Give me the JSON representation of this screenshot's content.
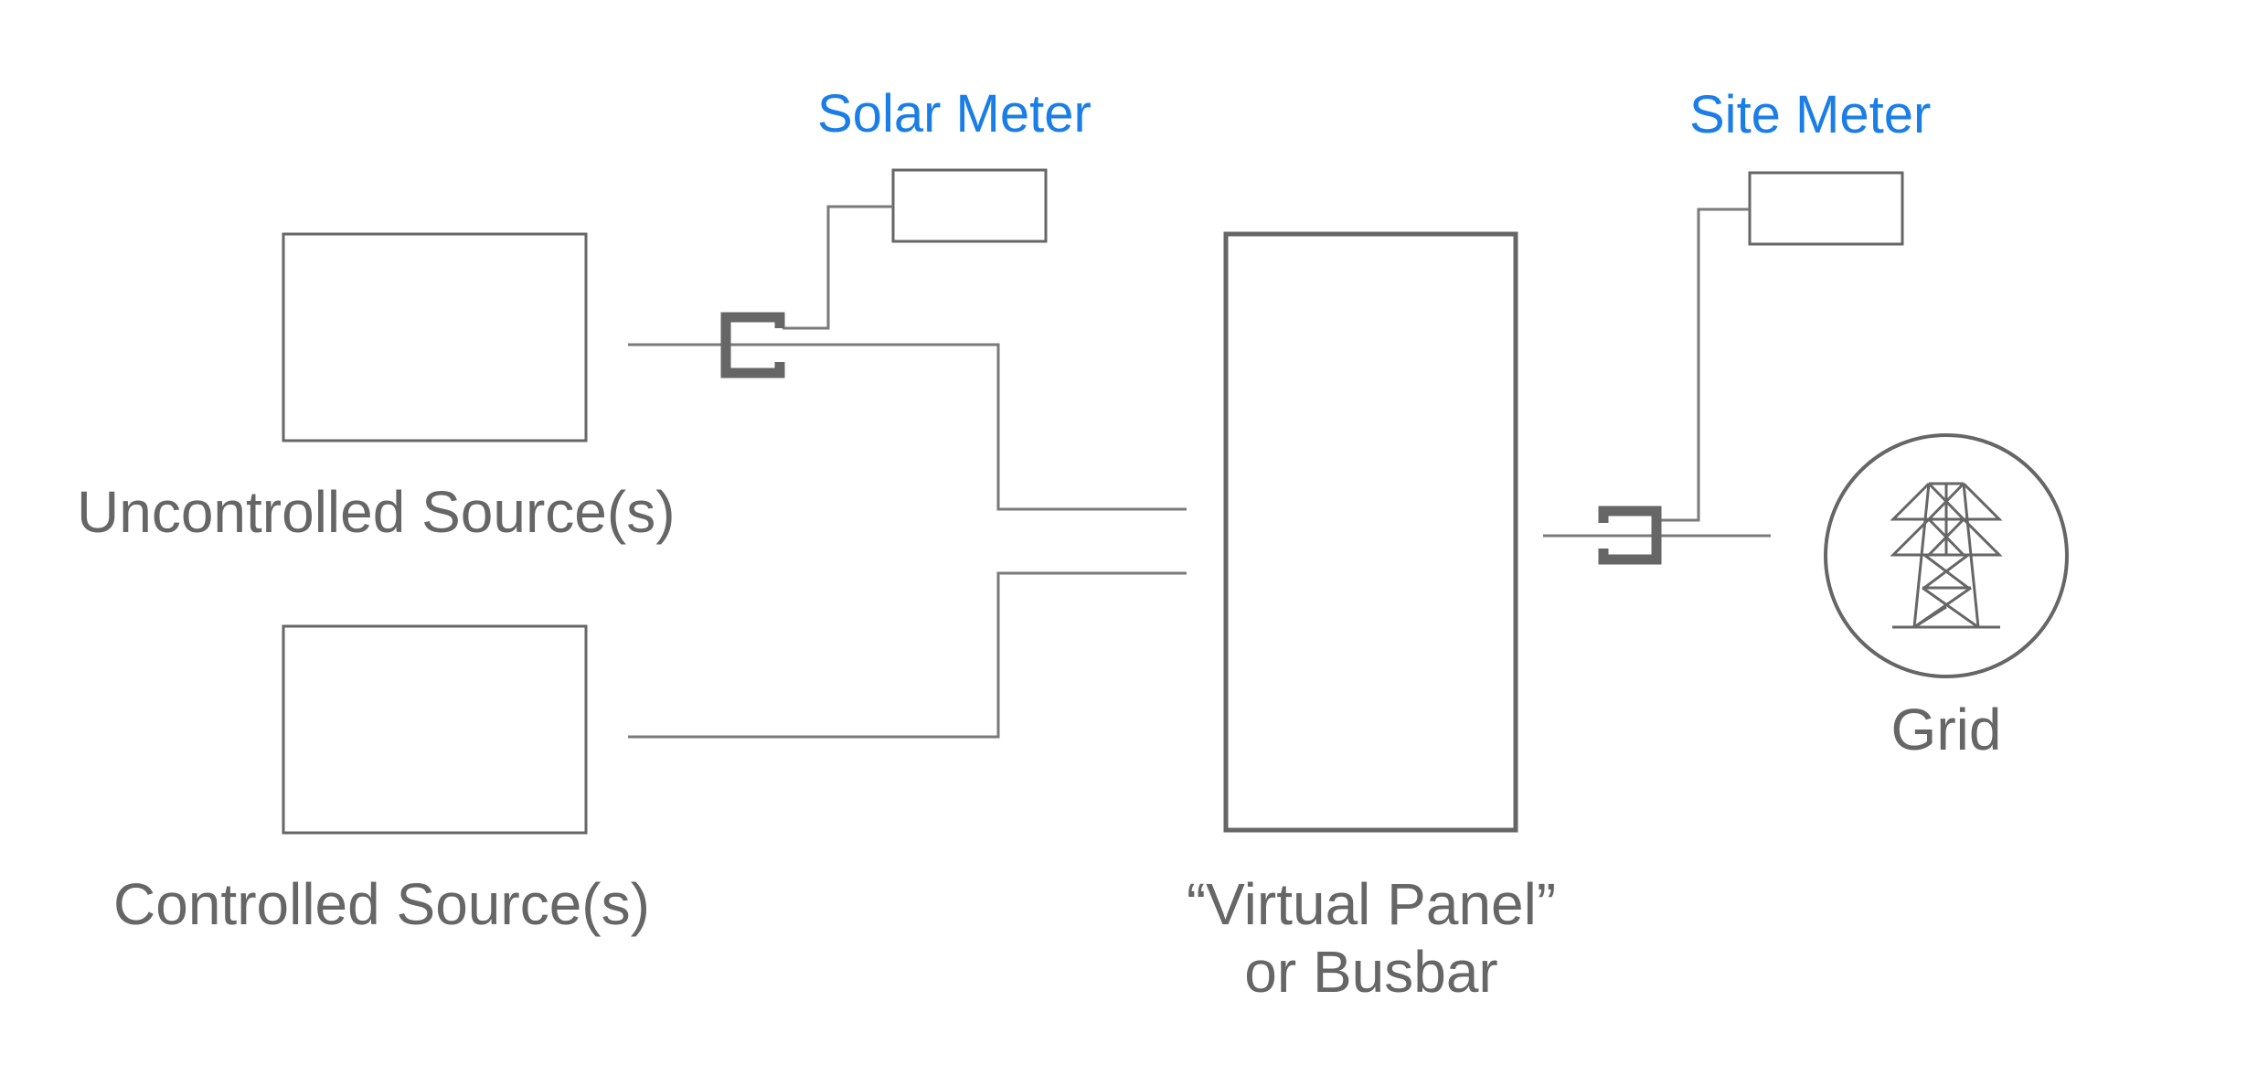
{
  "labels": {
    "uncontrolled_source": "Uncontrolled Source(s)",
    "controlled_source": "Controlled Source(s)",
    "virtual_panel_line1": "“Virtual Panel”",
    "virtual_panel_line2": "or Busbar",
    "grid": "Grid",
    "solar_meter": "Solar Meter",
    "site_meter": "Site Meter"
  },
  "colors": {
    "line": "#666666",
    "wire": "#7a7a7a",
    "meter_label": "#1a7ee6",
    "text": "#666666"
  },
  "icons": {
    "current_transformer": "ct-clamp-icon",
    "grid": "transmission-tower-icon"
  }
}
